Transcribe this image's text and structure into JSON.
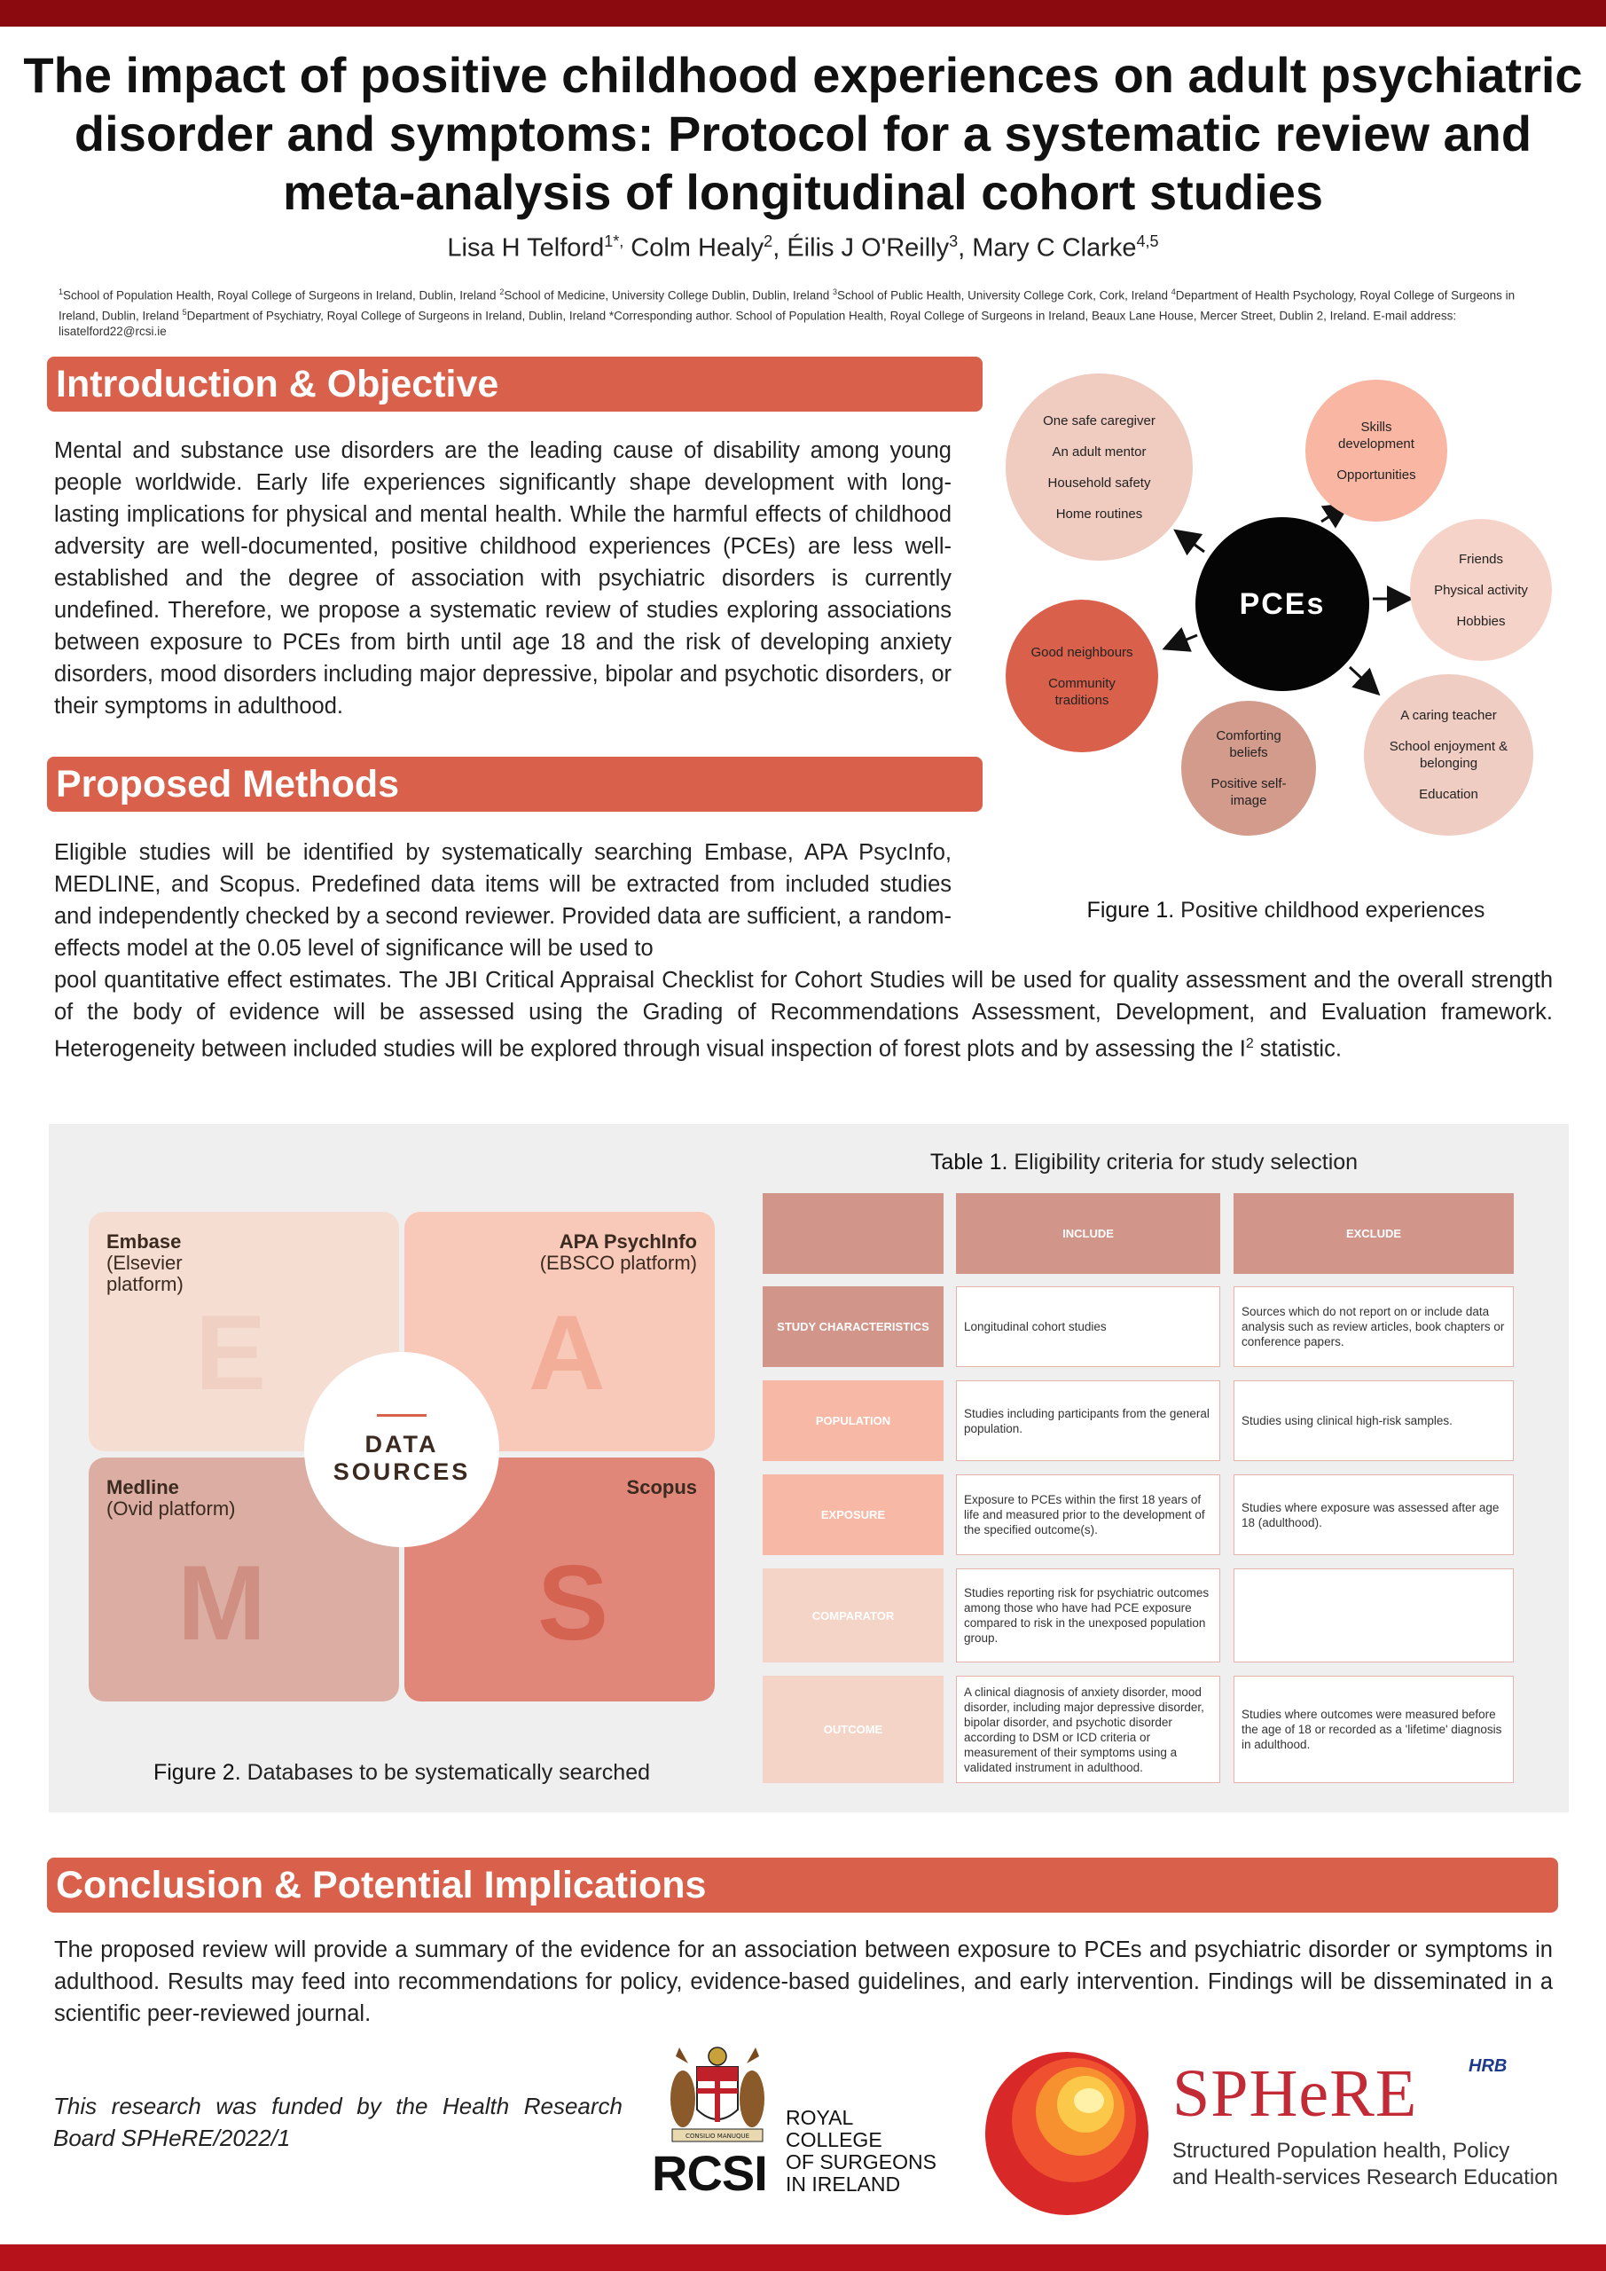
{
  "title": "The impact of positive childhood experiences on adult psychiatric disorder and symptoms: Protocol for a systematic review and meta-analysis of longitudinal cohort studies",
  "authors": [
    {
      "name": "Lisa H Telford",
      "sup": "1*,"
    },
    {
      "name": "Colm Healy",
      "sup": "2"
    },
    {
      "name": "Éilis J O'Reilly",
      "sup": "3"
    },
    {
      "name": "Mary C Clarke",
      "sup": "4,5"
    }
  ],
  "affiliations": [
    {
      "sup": "1",
      "text": "School of Population Health, Royal College of Surgeons in Ireland, Dublin, Ireland "
    },
    {
      "sup": "2",
      "text": "School of Medicine, University College Dublin, Dublin, Ireland "
    },
    {
      "sup": "3",
      "text": "School of Public Health, University College Cork, Cork, Ireland "
    },
    {
      "sup": "4",
      "text": "Department of Health Psychology, Royal College of Surgeons in Ireland, Dublin, Ireland "
    },
    {
      "sup": "5",
      "text": "Department of Psychiatry, Royal College of Surgeons in Ireland, Dublin, Ireland *Corresponding author. School of Population Health, Royal College of Surgeons in Ireland, Beaux Lane House, Mercer Street, Dublin 2, Ireland. E-mail address: lisatelford22@rcsi.ie"
    }
  ],
  "intro": {
    "heading": "Introduction & Objective",
    "text": "Mental and substance use disorders are the leading cause of disability among young people worldwide. Early life experiences significantly shape development with long-lasting implications for physical and mental health. While the harmful effects of childhood adversity are well-documented, positive childhood experiences (PCEs) are less well-established and the degree of association with psychiatric disorders is currently undefined. Therefore, we propose a systematic review of studies exploring associations between exposure to PCEs from birth until age 18 and the risk of developing anxiety disorders, mood disorders including major depressive, bipolar and psychotic disorders, or their symptoms in adulthood."
  },
  "methods": {
    "heading": "Proposed Methods",
    "text_part1": "Eligible studies will be identified by systematically searching Embase, APA PsycInfo, MEDLINE, and Scopus. Predefined data items will be extracted from included studies and independently checked by a second reviewer. Provided data are sufficient, a random-effects model at the 0.05 level of significance will be used to",
    "text_part2": "pool quantitative effect estimates. The JBI Critical Appraisal Checklist for Cohort Studies will be used for quality assessment and the overall strength of the body of evidence will be assessed using the Grading of Recommendations Assessment, Development, and Evaluation framework. Heterogeneity between included studies will be explored through visual inspection of forest plots and by assessing the I",
    "sup": "2",
    "text_part3": " statistic."
  },
  "figure1": {
    "center": "PCEs",
    "bubbles": [
      {
        "items": [
          "One safe caregiver",
          "An adult mentor",
          "Household safety",
          "Home routines"
        ],
        "color": "#efcbc0"
      },
      {
        "items": [
          "Skills development",
          "Opportunities"
        ],
        "color": "#f8b6a3"
      },
      {
        "items": [
          "Friends",
          "Physical activity",
          "Hobbies"
        ],
        "color": "#f6d3c8"
      },
      {
        "items": [
          "A caring teacher",
          "School enjoyment & belonging",
          "Education"
        ],
        "color": "#efcdc3"
      },
      {
        "items": [
          "Comforting beliefs",
          "Positive self-image"
        ],
        "color": "#d39b8c"
      },
      {
        "items": [
          "Good neighbours",
          "Community traditions"
        ],
        "color": "#d9604a"
      }
    ],
    "caption_label": "Figure 1.",
    "caption_text": " Positive childhood experiences"
  },
  "figure2": {
    "center_line1": "DATA",
    "center_line2": "SOURCES",
    "databases": [
      {
        "name": "Embase",
        "detail": "(Elsevier platform)",
        "letter": "E",
        "color": "#f6ddd2",
        "letter_color": "#f0d0c2"
      },
      {
        "name": "APA PsychInfo",
        "detail": "(EBSCO platform)",
        "letter": "A",
        "color": "#f8c8b8",
        "letter_color": "#f3ae9a"
      },
      {
        "name": "Medline",
        "detail": "(Ovid platform)",
        "letter": "M",
        "color": "#dcaea3",
        "letter_color": "#cf8f82"
      },
      {
        "name": "Scopus",
        "detail": "",
        "letter": "S",
        "color": "#e0877a",
        "letter_color": "#d46352"
      }
    ],
    "caption_label": "Figure 2.",
    "caption_text": " Databases to be systematically searched"
  },
  "table1": {
    "caption_label": "Table 1.",
    "caption_text": " Eligibility criteria for study selection",
    "headers": [
      "",
      "INCLUDE",
      "EXCLUDE"
    ],
    "rows": [
      {
        "label": "STUDY CHARACTERISTICS",
        "include": "Longitudinal cohort studies",
        "exclude": "Sources which do not report on or include data analysis such as review articles, book chapters or conference papers.",
        "color": "#d1958a"
      },
      {
        "label": "POPULATION",
        "include": "Studies including participants from the general population.",
        "exclude": "Studies using clinical high-risk samples.",
        "color": "#f8b8a6"
      },
      {
        "label": "EXPOSURE",
        "include": "Exposure to PCEs within the first 18 years of life and measured prior to the development of the specified outcome(s).",
        "exclude": "Studies where exposure was assessed after age 18 (adulthood).",
        "color": "#f8b8a6"
      },
      {
        "label": "COMPARATOR",
        "include": "Studies reporting risk for psychiatric outcomes among those who have had PCE exposure compared to risk in the unexposed population group.",
        "exclude": "",
        "color": "#f4d4c6"
      },
      {
        "label": "OUTCOME",
        "include": "A clinical diagnosis of anxiety disorder, mood disorder, including major depressive disorder, bipolar disorder, and psychotic disorder according to DSM or ICD criteria or measurement of their symptoms using a validated instrument in adulthood.",
        "exclude": "Studies where outcomes were measured before the age of 18 or recorded as a 'lifetime' diagnosis in adulthood.",
        "color": "#f4d4c6"
      }
    ]
  },
  "conclusion": {
    "heading": "Conclusion & Potential Implications",
    "text": "The proposed review will provide a summary of the evidence for an association between exposure to PCEs and psychiatric disorder or symptoms in adulthood. Results may feed into recommendations for policy, evidence-based guidelines, and early intervention. Findings will be disseminated in a scientific peer-reviewed journal."
  },
  "funding": "This research was funded by the Health Research Board SPHeRE/2022/1",
  "logos": {
    "rcsi_abbr": "RCSI",
    "rcsi_name": [
      "ROYAL",
      "COLLEGE",
      "OF SURGEONS",
      "IN IRELAND"
    ],
    "crest_motto": "CONSILIO MANUQUE",
    "sphere_name": "SPHeRE",
    "hrb_mark": "HRB",
    "sphere_tagline": [
      "Structured Population health, Policy",
      "and Health-services Research Education"
    ]
  },
  "colors": {
    "top_bar": "#8b0a0f",
    "bottom_bar": "#b5121b",
    "section_head": "#d9604a",
    "sphere_red": "#c22a35"
  }
}
